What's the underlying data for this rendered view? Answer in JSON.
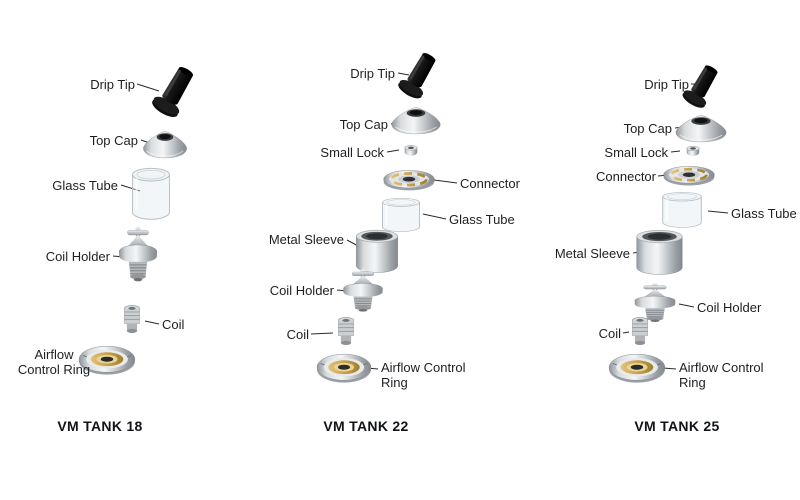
{
  "colors": {
    "background": "#ffffff",
    "text": "#1d1f23",
    "leader_line": "#2a2a2a",
    "metal": "#c6c9cc",
    "gold_accent": "#c9a24a",
    "drip_tip_dark": "#121212"
  },
  "tanks": [
    {
      "title": "VM TANK 18",
      "labels": {
        "drip_tip": "Drip Tip",
        "top_cap": "Top Cap",
        "glass_tube": "Glass Tube",
        "coil_holder": "Coil Holder",
        "coil": "Coil",
        "airflow": "Airflow Control Ring"
      }
    },
    {
      "title": "VM TANK 22",
      "labels": {
        "drip_tip": "Drip Tip",
        "top_cap": "Top Cap",
        "small_lock": "Small Lock",
        "connector": "Connector",
        "glass_tube": "Glass Tube",
        "metal_sleeve": "Metal Sleeve",
        "coil_holder": "Coil Holder",
        "coil": "Coil",
        "airflow": "Airflow Control Ring"
      }
    },
    {
      "title": "VM TANK 25",
      "labels": {
        "drip_tip": "Drip Tip",
        "top_cap": "Top Cap",
        "small_lock": "Small Lock",
        "connector": "Connector",
        "glass_tube": "Glass Tube",
        "metal_sleeve": "Metal Sleeve",
        "coil_holder": "Coil Holder",
        "coil": "Coil",
        "airflow": "Airflow Control Ring"
      }
    }
  ]
}
